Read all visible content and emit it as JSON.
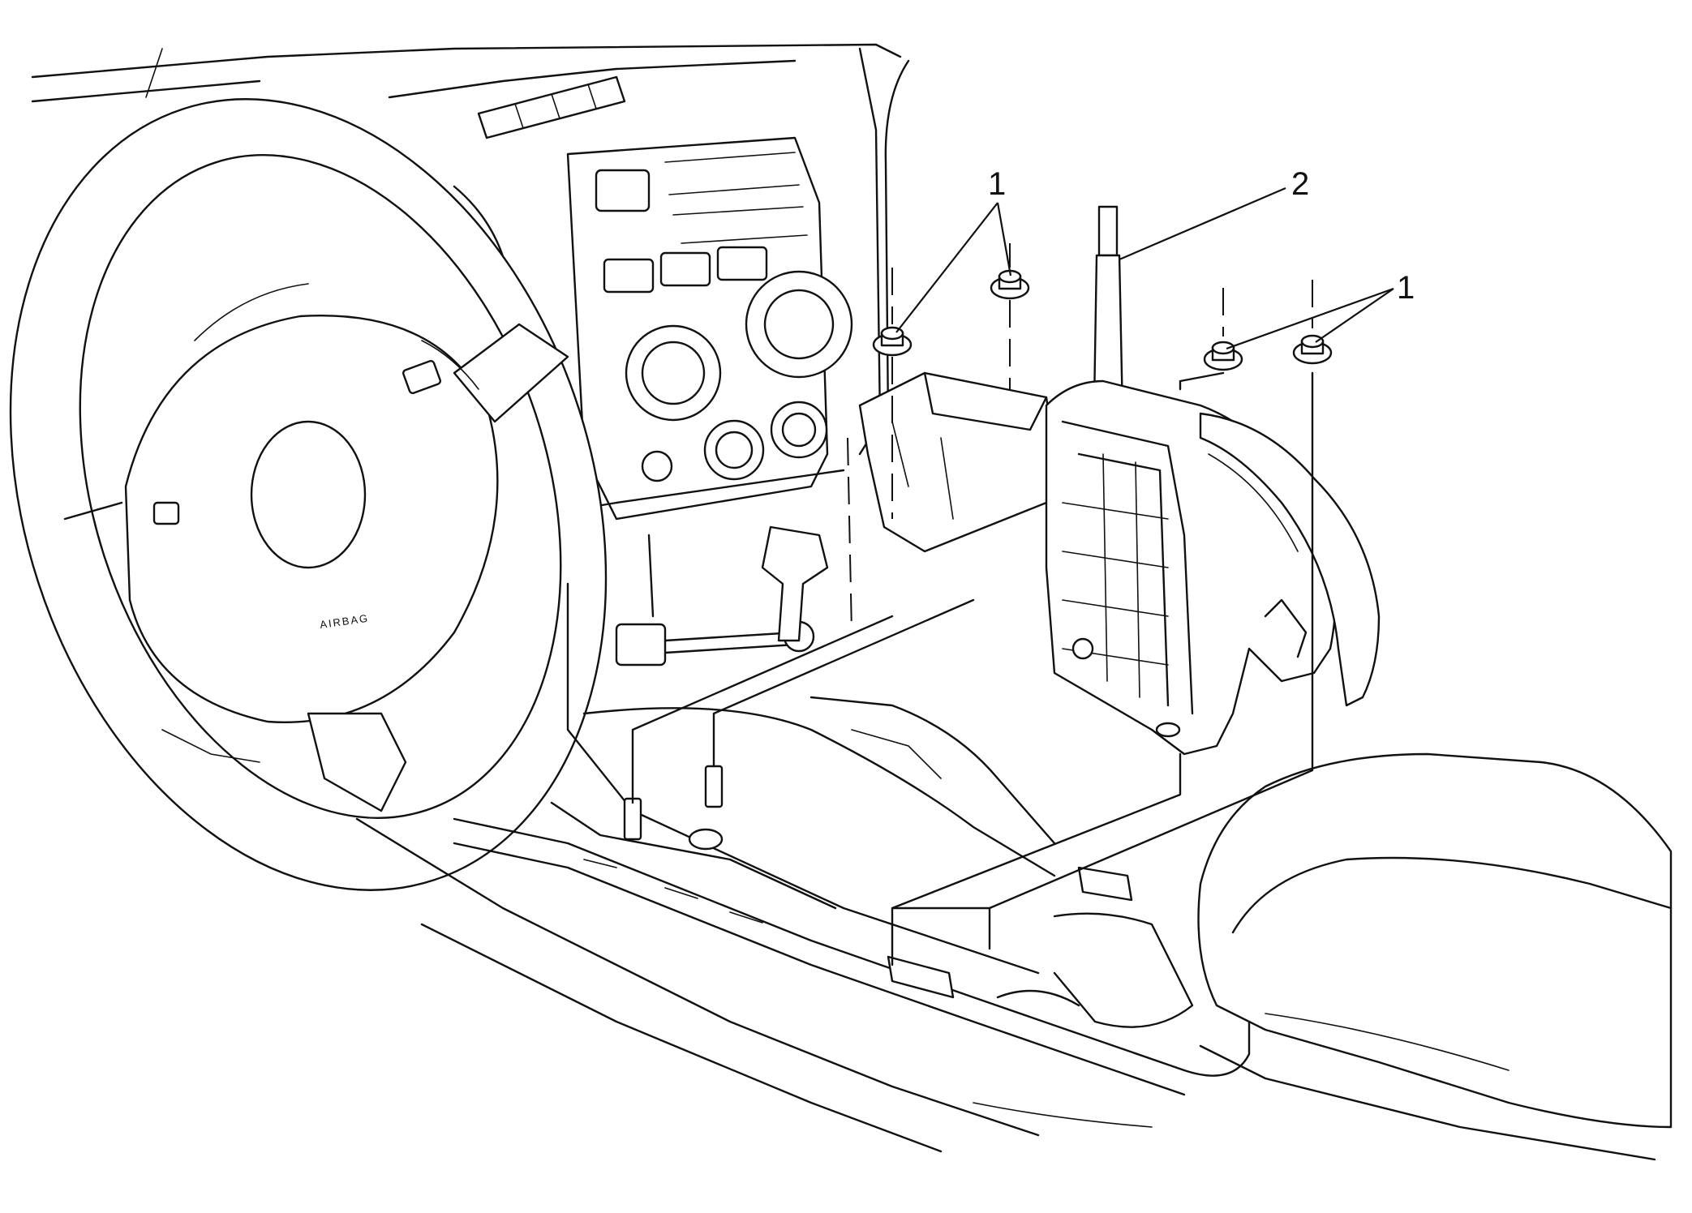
{
  "figure": {
    "callouts": [
      {
        "id": "c1a",
        "text": "1"
      },
      {
        "id": "c2",
        "text": "2"
      },
      {
        "id": "c1b",
        "text": "1"
      }
    ],
    "airbag_text": "AIRBAG",
    "parts": [
      "nut-icon",
      "nut-icon",
      "nut-icon",
      "nut-icon",
      "shifter-bracket",
      "floor-console",
      "steering-wheel",
      "instrument-panel"
    ]
  }
}
